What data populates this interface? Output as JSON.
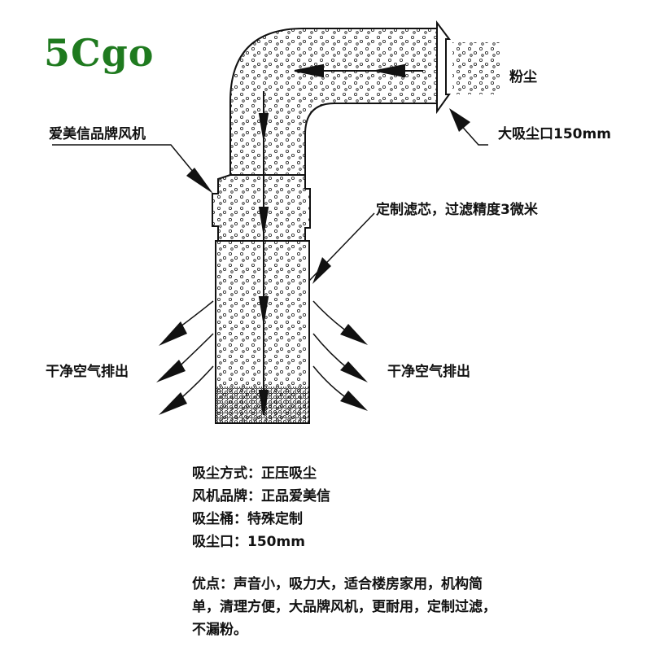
{
  "brand": {
    "logo": "5Cgo"
  },
  "labels": {
    "dust": "粉尘",
    "fan": "爱美信品牌风机",
    "inlet": "大吸尘口150mm",
    "filter": "定制滤芯，过滤精度3微米",
    "clean_air_left": "干净空气排出",
    "clean_air_right": "干净空气排出"
  },
  "specs": [
    "吸尘方式：正压吸尘",
    "风机品牌：正品爱美信",
    "吸尘桶：特殊定制",
    "吸尘口：150mm"
  ],
  "advantages": "优点：声音小，吸力大，适合楼房家用，机构简单，清理方便，大品牌风机，更耐用，定制过滤，不漏粉。",
  "colors": {
    "logo": "#1f7a1f",
    "line": "#111111"
  }
}
